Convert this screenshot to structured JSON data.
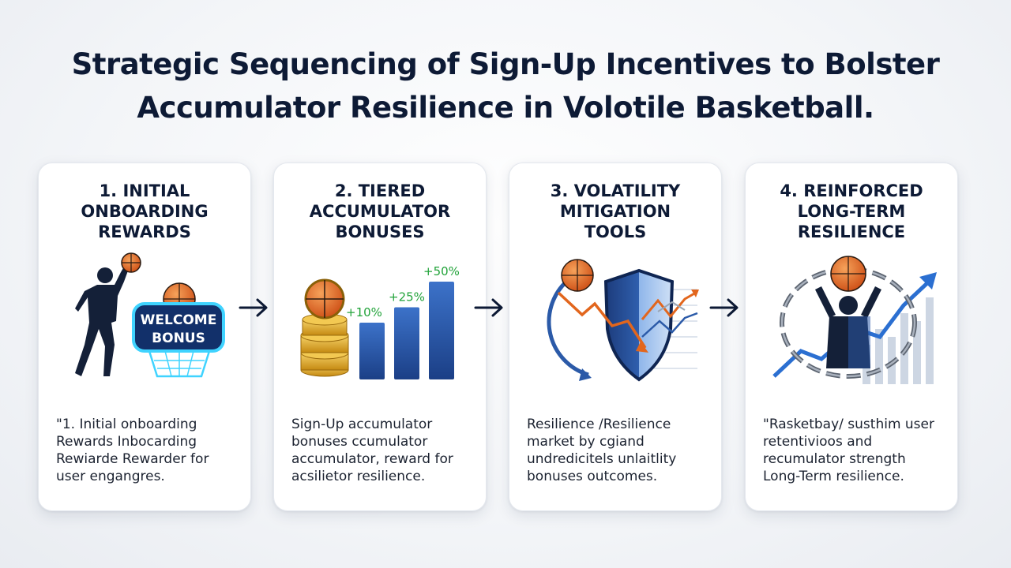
{
  "title": {
    "line1": "Strategic Sequencing of Sign-Up Incentives to Bolster",
    "line2": "Accumulator Resilience in Volotile Basketball."
  },
  "steps": [
    {
      "title_lines": [
        "1. INITIAL",
        "ONBOARDING",
        "REWARDS"
      ],
      "badge_lines": [
        "WELCOME",
        "BONUS"
      ],
      "body_lines": [
        "\"1. Initial onboarding",
        "Rewards Inbocarding",
        "Rewiarde Rewarder for",
        "user engangres."
      ],
      "icon": "player-welcome-bonus-icon"
    },
    {
      "title_lines": [
        "2. TIERED",
        "ACCUMULATOR",
        "BONUSES"
      ],
      "tier_labels": [
        "+10%",
        "+25%",
        "+50%"
      ],
      "tier_values": [
        10,
        25,
        50
      ],
      "body_lines": [
        "Sign-Up accumulator",
        "bonuses ccumulator",
        "accumulator, reward for",
        "acsilietor resilience."
      ],
      "icon": "coins-bar-chart-icon"
    },
    {
      "title_lines": [
        "3. VOLATILITY",
        "MITIGATION",
        "TOOLS"
      ],
      "body_lines": [
        "Resilience /Resilience",
        "market by cgiand",
        "undredicitels unlaitlity",
        "bonuses outcomes."
      ],
      "icon": "shield-trend-icon"
    },
    {
      "title_lines": [
        "4. REINFORCED",
        "LONG-TERM",
        "RESILIENCE"
      ],
      "body_lines": [
        "\"Rasketbay/ susthim user",
        "retentivioos and",
        "recumulator strength",
        "Long-Term resilience."
      ],
      "icon": "chain-growth-icon"
    }
  ],
  "colors": {
    "navy": "#0d1a35",
    "blue": "#2b5aa8",
    "orange": "#e2661d",
    "green": "#22a33a",
    "gold": "#e0a41c"
  }
}
